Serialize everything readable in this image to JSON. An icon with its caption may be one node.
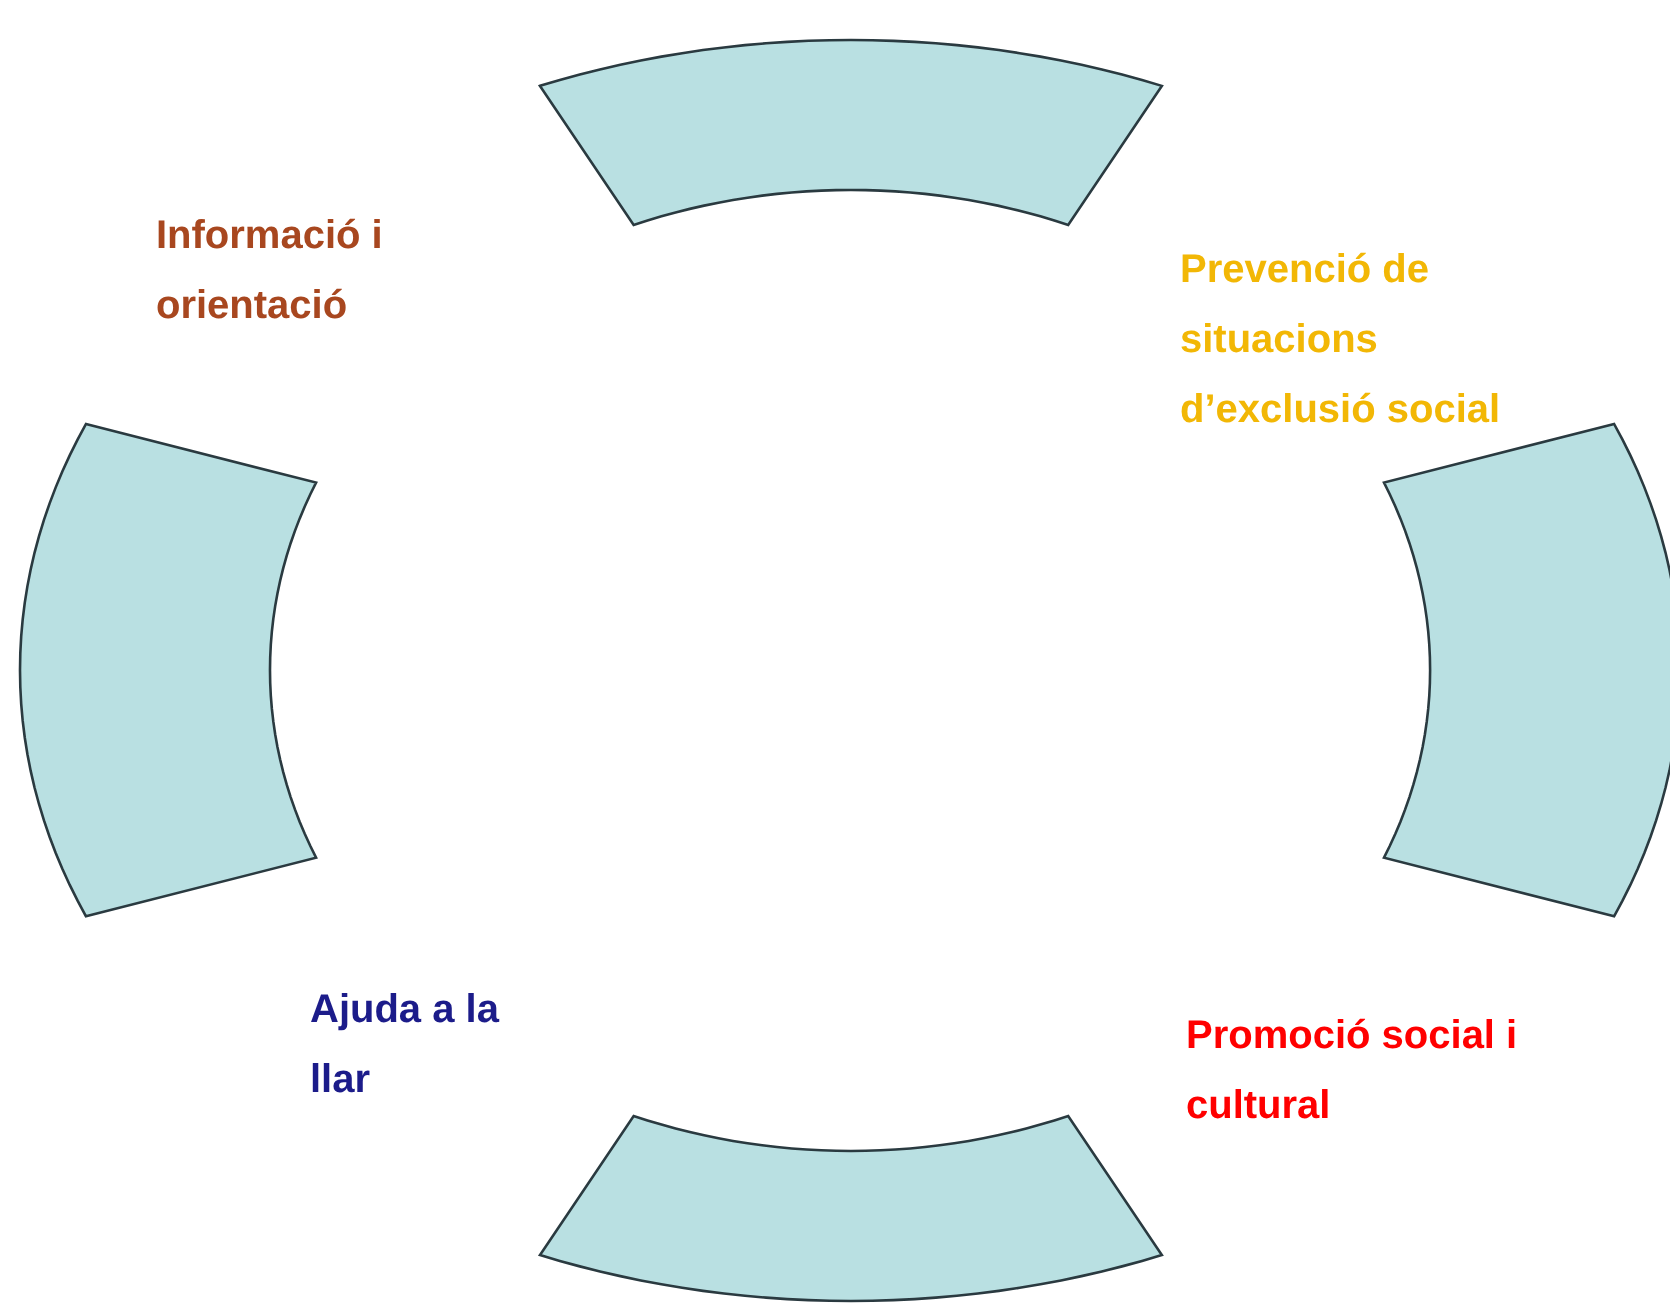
{
  "diagram": {
    "nodes": [
      {
        "text": [],
        "shape": "arc"
      },
      {
        "text": [],
        "shape": "arc"
      },
      {
        "text": [],
        "shape": "arc"
      },
      {
        "text": [],
        "shape": "arc"
      }
    ],
    "labels": [
      "Informació i orientació",
      "Prevenció de situacions d’exclusió social",
      "Ajuda a la llar",
      "Promoció social i cultural"
    ]
  }
}
